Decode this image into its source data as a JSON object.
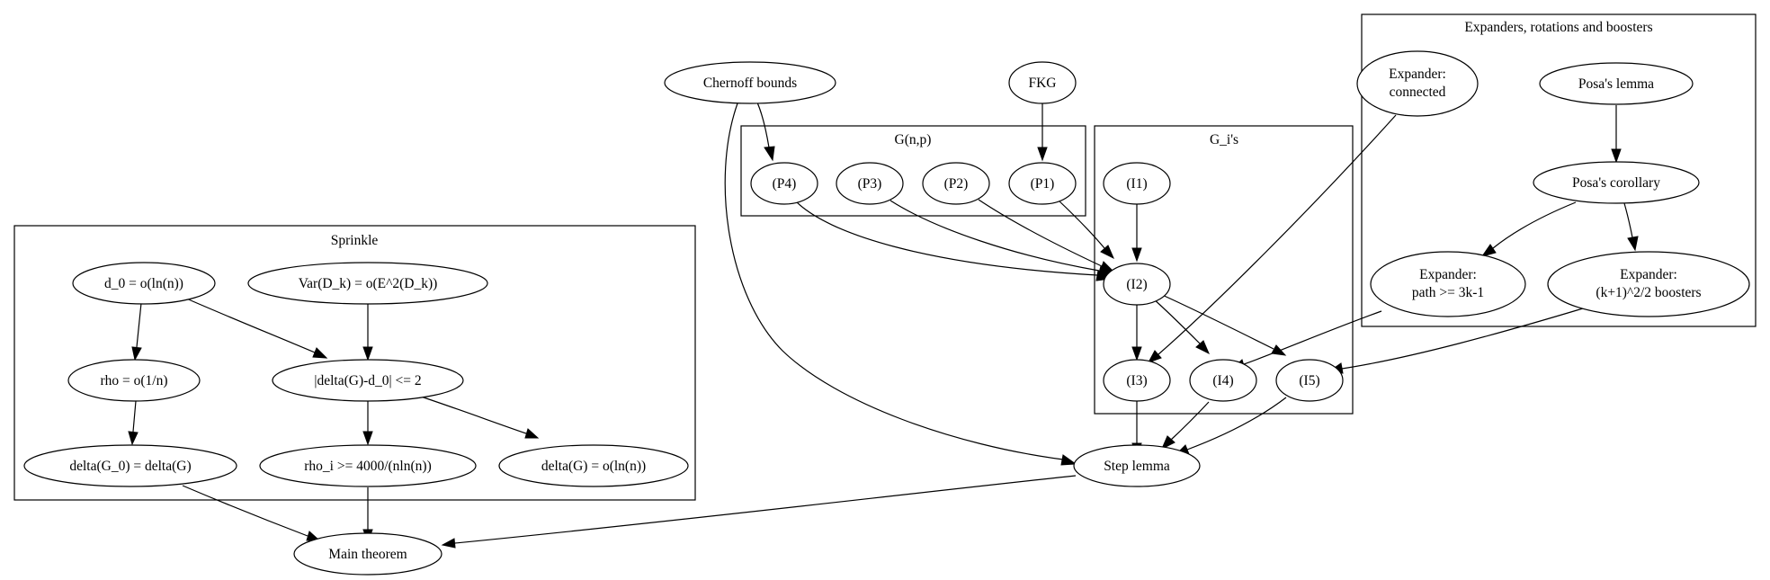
{
  "clusters": {
    "sprinkle": "Sprinkle",
    "gnp": "G(n,p)",
    "gis": "G_i's",
    "expanders": "Expanders, rotations and boosters"
  },
  "nodes": {
    "chernoff": "Chernoff bounds",
    "fkg": "FKG",
    "p4": "(P4)",
    "p3": "(P3)",
    "p2": "(P2)",
    "p1": "(P1)",
    "i1": "(I1)",
    "i2": "(I2)",
    "i3": "(I3)",
    "i4": "(I4)",
    "i5": "(I5)",
    "exp_connected": [
      "Expander:",
      "connected"
    ],
    "posa_lemma": "Posa's lemma",
    "posa_corollary": "Posa's corollary",
    "exp_path": [
      "Expander:",
      "path >= 3k-1"
    ],
    "exp_boosters": [
      "Expander:",
      "(k+1)^2/2 boosters"
    ],
    "d0": "d_0 = o(ln(n))",
    "var_dk": "Var(D_k) = o(E^2(D_k))",
    "rho": "rho = o(1/n)",
    "delta_diff": "|delta(G)-d_0| <= 2",
    "delta_g0": "delta(G_0) = delta(G)",
    "rho_i": "rho_i >= 4000/(nln(n))",
    "delta_g": "delta(G) = o(ln(n))",
    "step_lemma": "Step lemma",
    "main_theorem": "Main theorem"
  },
  "edges": [
    [
      "chernoff",
      "p4"
    ],
    [
      "chernoff",
      "step_lemma"
    ],
    [
      "fkg",
      "p1"
    ],
    [
      "p4",
      "i2"
    ],
    [
      "p3",
      "i2"
    ],
    [
      "p2",
      "i2"
    ],
    [
      "p1",
      "i2"
    ],
    [
      "i1",
      "i2"
    ],
    [
      "i2",
      "i3"
    ],
    [
      "i2",
      "i4"
    ],
    [
      "i2",
      "i5"
    ],
    [
      "exp_connected",
      "i3"
    ],
    [
      "exp_path",
      "i4"
    ],
    [
      "exp_boosters",
      "i5"
    ],
    [
      "posa_lemma",
      "posa_corollary"
    ],
    [
      "posa_corollary",
      "exp_path"
    ],
    [
      "posa_corollary",
      "exp_boosters"
    ],
    [
      "i3",
      "step_lemma"
    ],
    [
      "i4",
      "step_lemma"
    ],
    [
      "i5",
      "step_lemma"
    ],
    [
      "d0",
      "rho"
    ],
    [
      "d0",
      "delta_diff"
    ],
    [
      "var_dk",
      "delta_diff"
    ],
    [
      "rho",
      "delta_g0"
    ],
    [
      "delta_diff",
      "rho_i"
    ],
    [
      "delta_diff",
      "delta_g"
    ],
    [
      "delta_g0",
      "main_theorem"
    ],
    [
      "rho_i",
      "main_theorem"
    ],
    [
      "step_lemma",
      "main_theorem"
    ]
  ]
}
